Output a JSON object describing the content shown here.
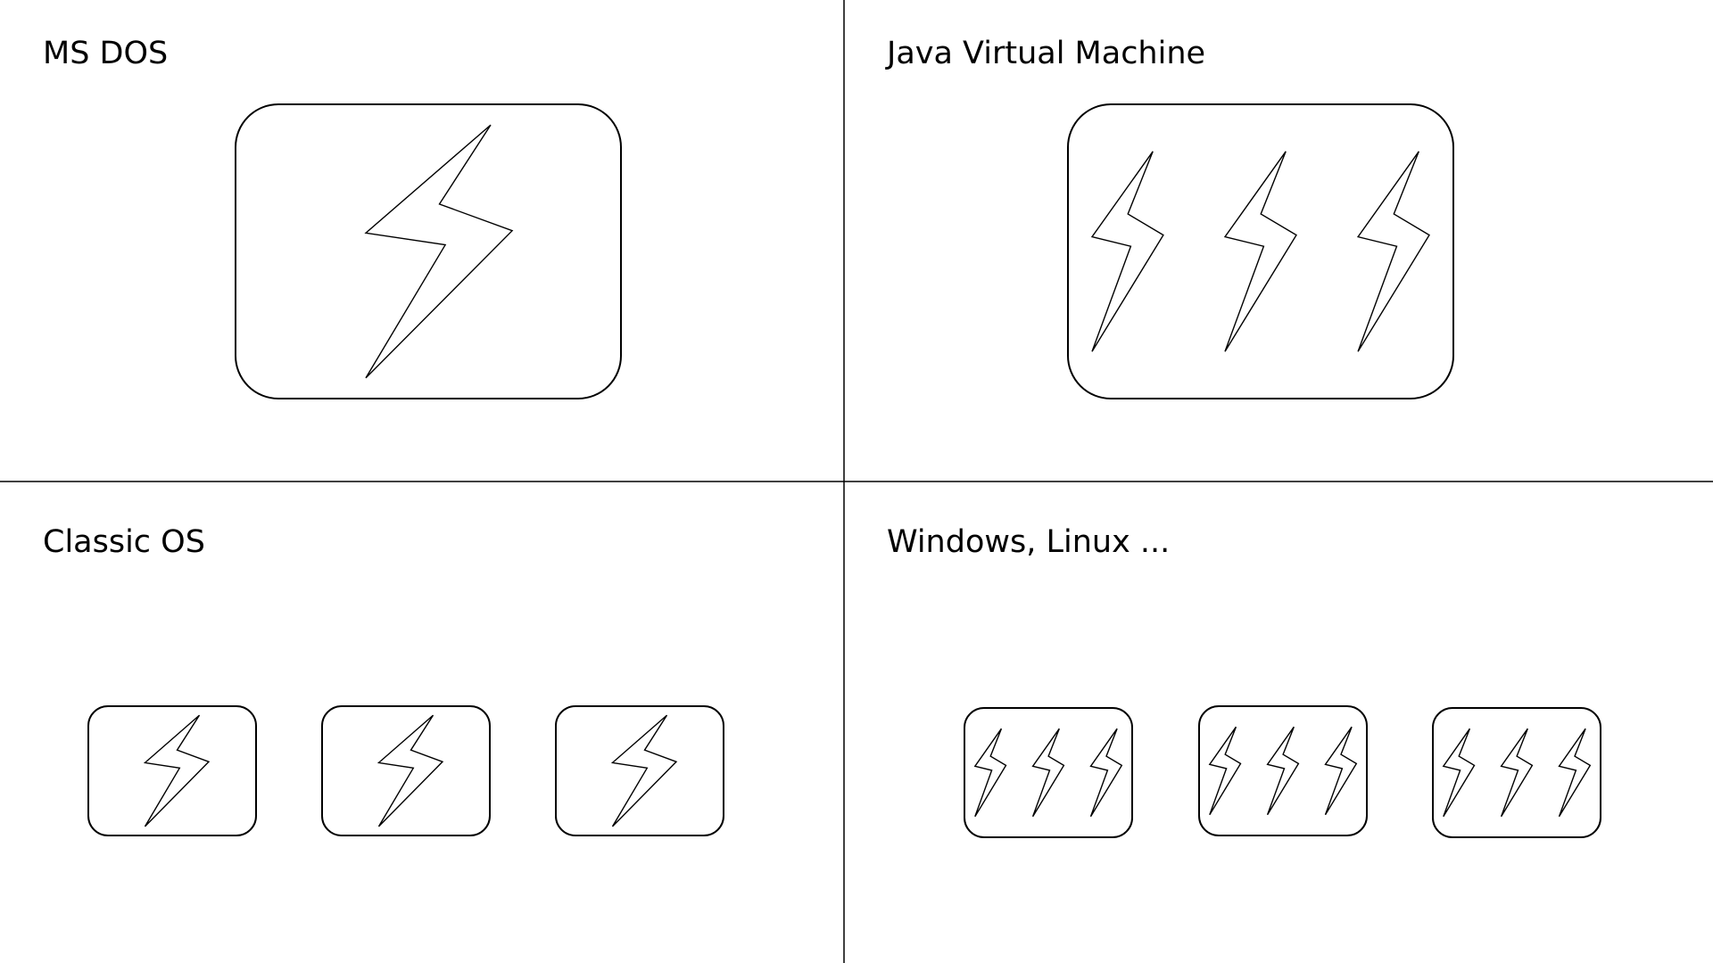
{
  "quadrants": [
    {
      "id": "q-msdos",
      "title": "MS DOS",
      "layout": "single",
      "boxes": 1,
      "bolts_per_box": 1
    },
    {
      "id": "q-jvm",
      "title": "Java Virtual Machine",
      "layout": "single",
      "boxes": 1,
      "bolts_per_box": 3
    },
    {
      "id": "q-classic",
      "title": "Classic OS",
      "layout": "row",
      "boxes": 3,
      "bolts_per_box": 1
    },
    {
      "id": "q-modern",
      "title": "Windows, Linux ...",
      "layout": "row",
      "boxes": 3,
      "bolts_per_box": 3
    }
  ],
  "icons": {
    "box": "rounded-rectangle",
    "bolt": "lightning-bolt-icon"
  },
  "colors": {
    "background": "#ffffff",
    "stroke": "#000000"
  }
}
